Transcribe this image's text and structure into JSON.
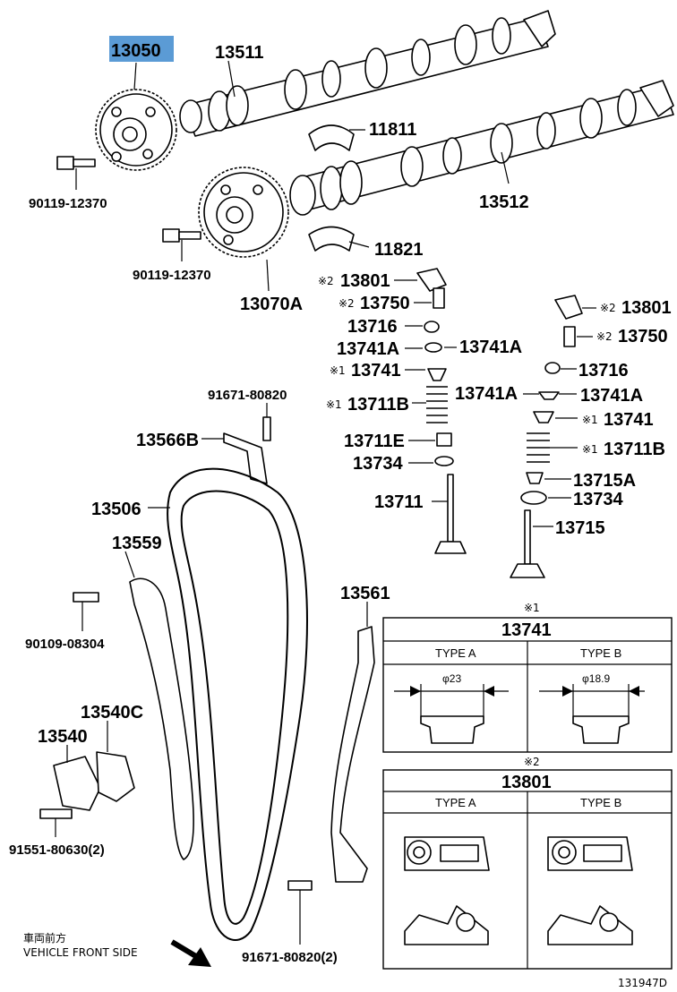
{
  "highlight_color": "#5b9bd5",
  "parts": {
    "p13050": "13050",
    "p13511": "13511",
    "p11811": "11811",
    "p13512": "13512",
    "p90119a": "90119-12370",
    "p90119b": "90119-12370",
    "p11821": "11821",
    "p13070A": "13070A",
    "p13801a": "13801",
    "p13750a": "13750",
    "p13716a": "13716",
    "p13741Aa": "13741A",
    "p13741Ab": "13741A",
    "p13741a": "13741",
    "p13711B_a": "13711B",
    "p13711E": "13711E",
    "p13734a": "13734",
    "p13711": "13711",
    "p13801b": "13801",
    "p13750b": "13750",
    "p13716b": "13716",
    "p13741Ac": "13741A",
    "p13741Ad": "13741A",
    "p13741b": "13741",
    "p13711B_b": "13711B",
    "p13715A": "13715A",
    "p13734b": "13734",
    "p13715": "13715",
    "p91671a": "91671-80820",
    "p13566B": "13566B",
    "p13506": "13506",
    "p13559": "13559",
    "p90109": "90109-08304",
    "p13540C": "13540C",
    "p13540": "13540",
    "p91551": "91551-80630(2)",
    "p13561": "13561",
    "p91671b": "91671-80820(2)"
  },
  "marks": {
    "m2": "※2",
    "m1": "※1"
  },
  "table1": {
    "note": "※1",
    "title": "13741",
    "type_a": "TYPE A",
    "type_b": "TYPE B",
    "dim_a": "φ23",
    "dim_b": "φ18.9"
  },
  "table2": {
    "note": "※2",
    "title": "13801",
    "type_a": "TYPE A",
    "type_b": "TYPE B"
  },
  "footer": {
    "front_jp": "車両前方",
    "front_en": "VEHICLE FRONT SIDE",
    "diagram_id": "131947D"
  }
}
